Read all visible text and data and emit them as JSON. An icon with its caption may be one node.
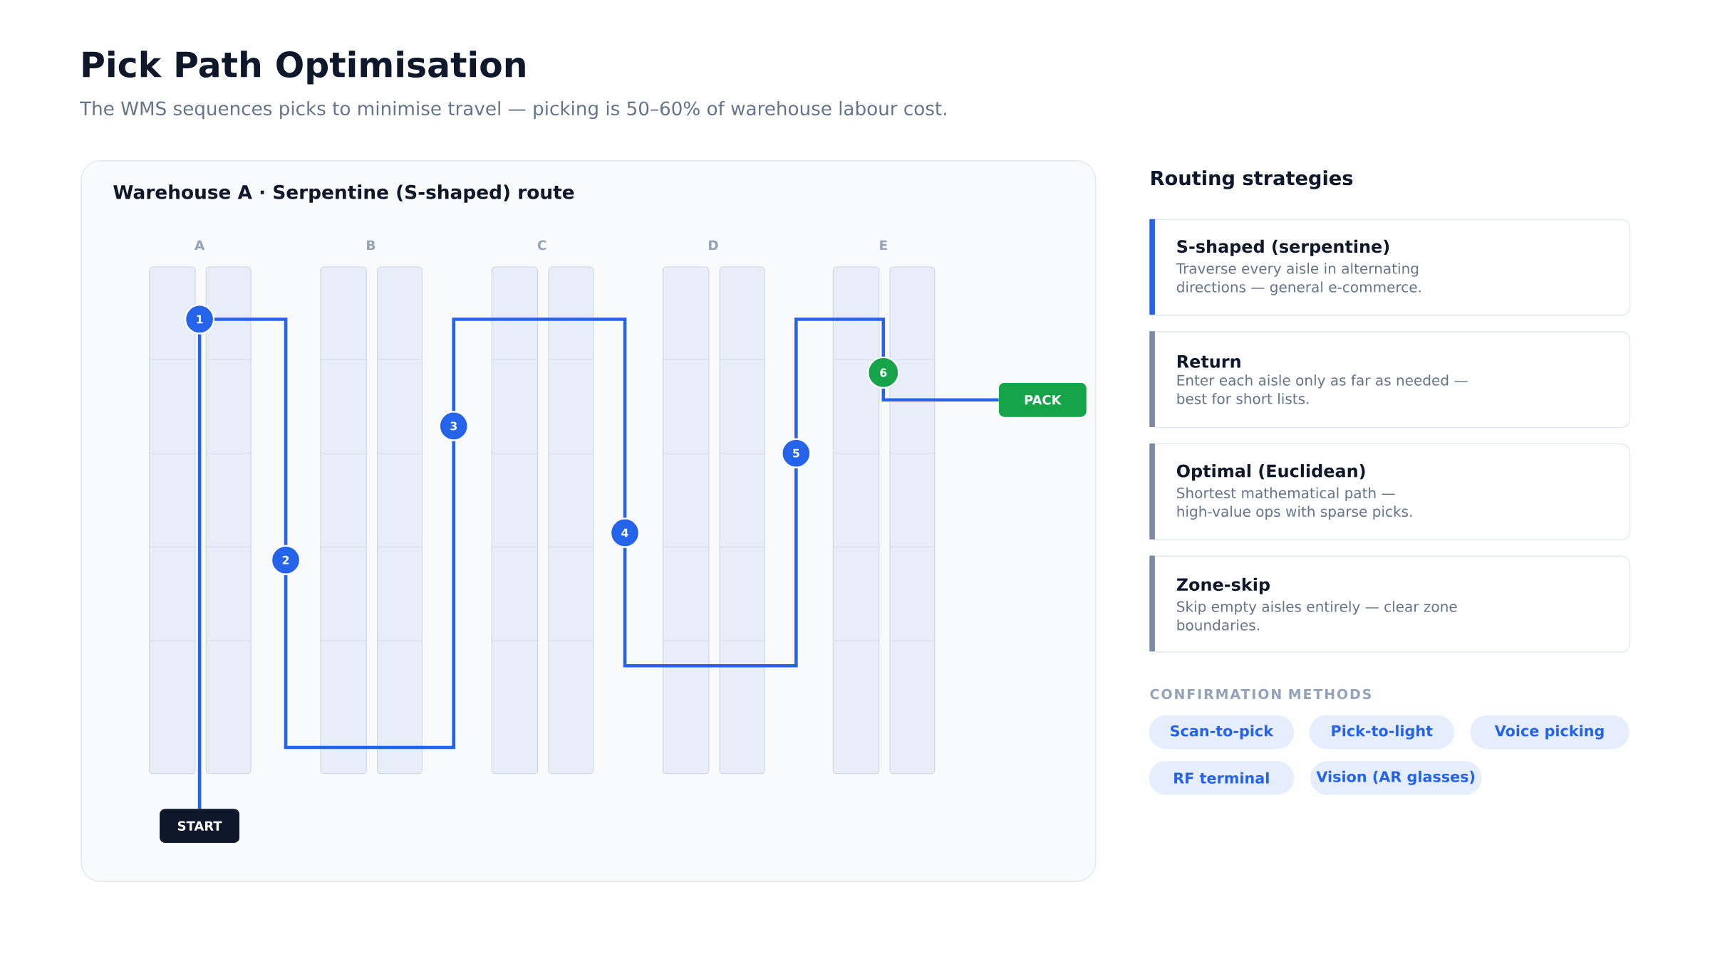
{
  "diagram": {
    "title": "Pick Path Optimisation",
    "nodes": [
      {
        "text": [
          "Warehouse A · Serpentine (S-shaped) route"
        ]
      },
      {
        "text": [
          "START"
        ],
        "in": 0
      },
      {
        "text": [
          "1"
        ],
        "in": 0
      },
      {
        "text": [
          "2"
        ],
        "in": 0
      },
      {
        "text": [
          "3"
        ],
        "in": 0
      },
      {
        "text": [
          "4"
        ],
        "in": 0
      },
      {
        "text": [
          "5"
        ],
        "in": 0
      },
      {
        "text": [
          "6"
        ],
        "in": 0
      },
      {
        "text": [
          "PACK"
        ],
        "in": 0
      },
      {
        "text": [
          "S-shaped (serpentine)",
          "Traverse every aisle in alternating directions — general e-commerce."
        ]
      },
      {
        "text": [
          "Return",
          "Enter each aisle only as far as needed — best for short lists."
        ]
      },
      {
        "text": [
          "Optimal (Euclidean)",
          "Shortest mathematical path — high-value ops with sparse picks."
        ]
      },
      {
        "text": [
          "Zone-skip",
          "Skip empty aisles entirely — clear zone boundaries."
        ]
      },
      {
        "text": [
          "Scan-to-pick"
        ]
      },
      {
        "text": [
          "Pick-to-light"
        ]
      },
      {
        "text": [
          "Voice picking"
        ]
      },
      {
        "text": [
          "RF terminal"
        ]
      },
      {
        "text": [
          "Vision (AR glasses)"
        ]
      }
    ],
    "edges": [
      {
        "from": 1,
        "to": 2,
        "arrow": "none"
      },
      {
        "from": 2,
        "to": 3,
        "arrow": "none"
      },
      {
        "from": 3,
        "to": 4,
        "arrow": "none"
      },
      {
        "from": 4,
        "to": 5,
        "arrow": "none"
      },
      {
        "from": 5,
        "to": 6,
        "arrow": "none"
      },
      {
        "from": 6,
        "to": 7,
        "arrow": "none"
      },
      {
        "from": 7,
        "to": 8,
        "arrow": "none"
      }
    ],
    "labels": [
      "The WMS sequences picks to minimise travel — picking is 50–60% of warehouse labour cost.",
      "A",
      "B",
      "C",
      "D",
      "E",
      "Routing strategies",
      "CONFIRMATION METHODS"
    ]
  }
}
